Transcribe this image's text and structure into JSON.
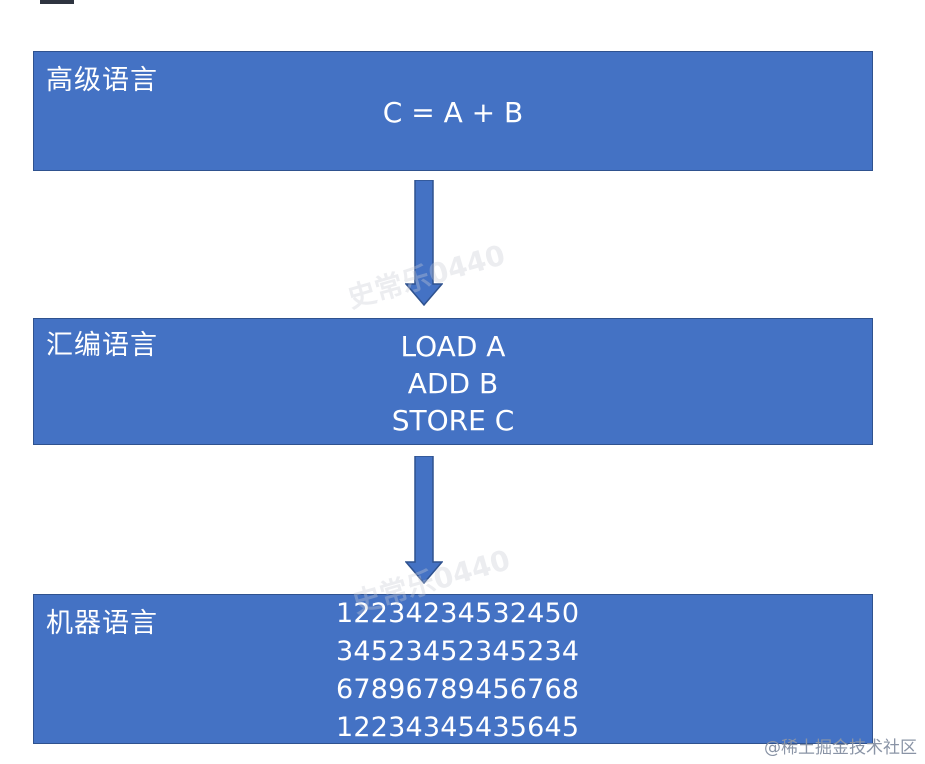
{
  "diagram": {
    "stages": [
      {
        "title": "高级语言",
        "code": [
          "C = A + B"
        ]
      },
      {
        "title": "汇编语言",
        "code": [
          "LOAD A",
          "ADD B",
          "STORE C"
        ]
      },
      {
        "title": "机器语言",
        "code": [
          "12234234532450",
          "34523452345234",
          "67896789456768",
          "12234345435645"
        ]
      }
    ],
    "colors": {
      "box_fill": "#4472c4",
      "box_border": "#2f528f",
      "text": "#ffffff",
      "arrow_fill": "#4472c4"
    }
  },
  "watermark": {
    "text": "史常乐0440"
  },
  "credit": "@稀土掘金技术社区"
}
